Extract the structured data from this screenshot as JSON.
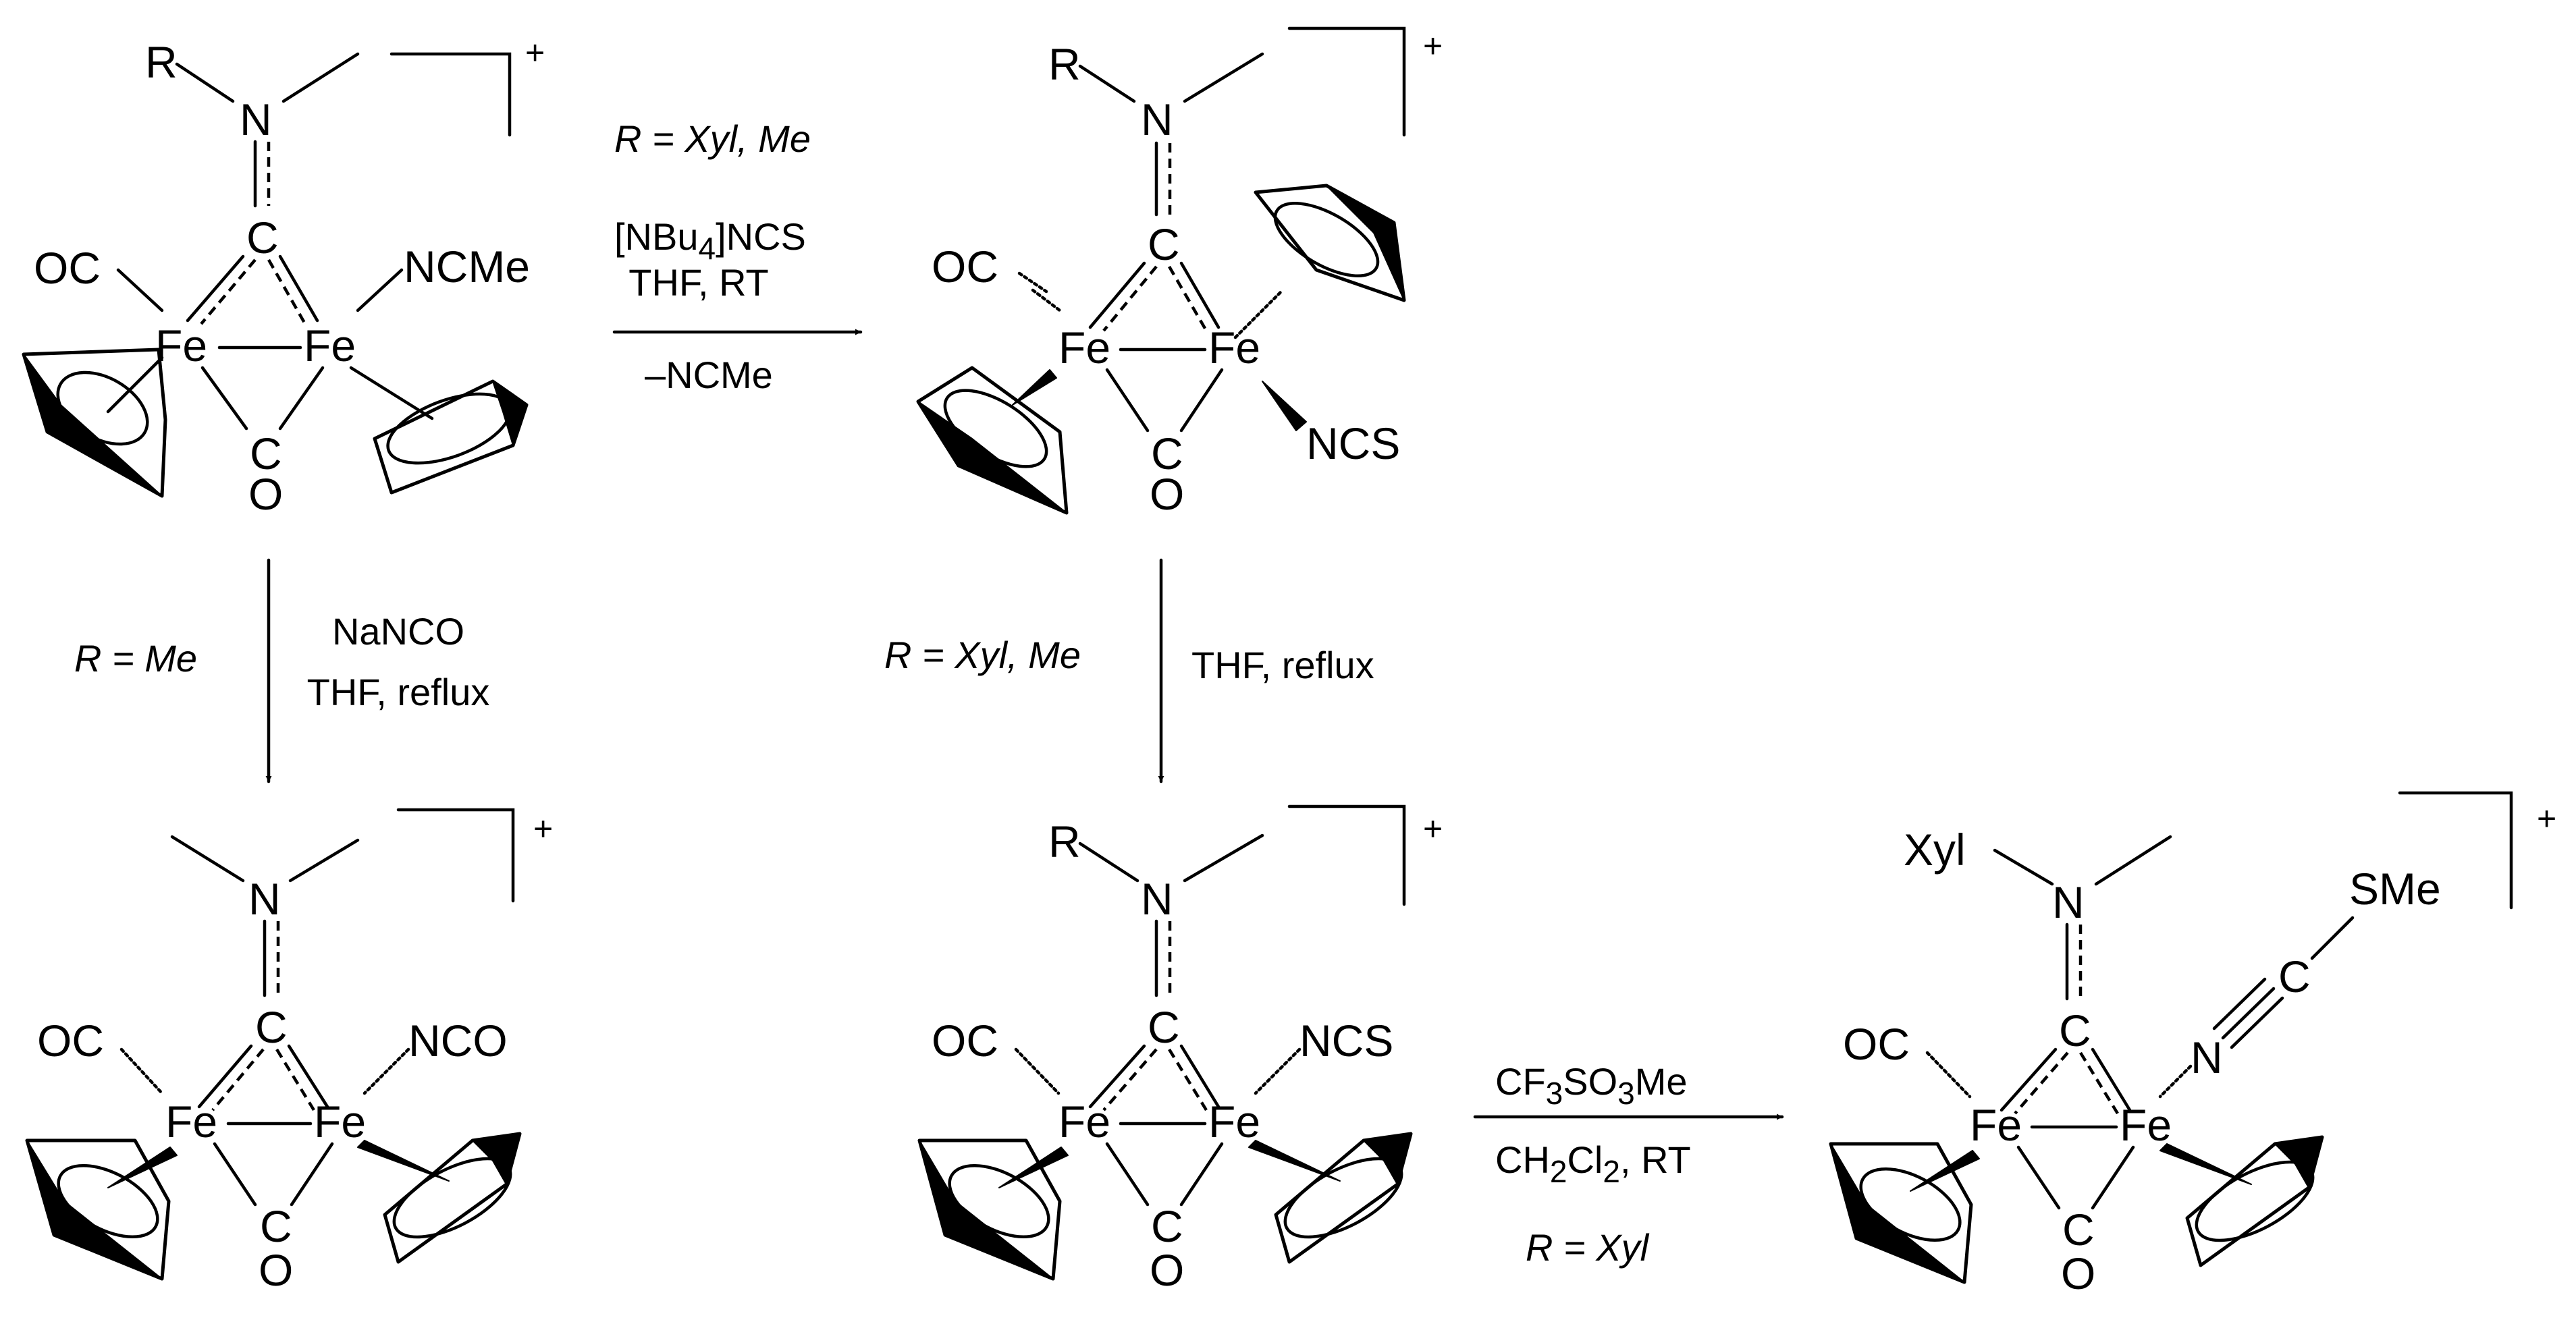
{
  "labels": {
    "r": "R",
    "n": "N",
    "c": "C",
    "fe": "Fe",
    "co_left": "OC",
    "o": "O",
    "ncme": "NCMe",
    "ncs": "NCS",
    "nco": "NCO",
    "charge": "+",
    "xyl": "Xyl",
    "sme": "SMe"
  },
  "reactions": {
    "top": {
      "r_cond": "R = Xyl, Me",
      "reagent_prefix": "[NBu",
      "reagent_sub": "4",
      "reagent_suffix": "]NCS",
      "solvent": "THF,  RT",
      "byproduct": "–NCMe"
    },
    "left": {
      "r_cond": "R = Me",
      "reagent": "NaNCO",
      "solvent": "THF,  reflux"
    },
    "middle": {
      "r_cond": "R = Xyl, Me",
      "solvent": "THF,  reflux"
    },
    "bottom": {
      "reagent_a": "CF",
      "reagent_sub1": "3",
      "reagent_b": "SO",
      "reagent_sub2": "3",
      "reagent_c": "Me",
      "solvent_a": "CH",
      "solvent_sub1": "2",
      "solvent_b": "Cl",
      "solvent_sub2": "2",
      "solvent_c": ",  RT",
      "r_cond": "R = Xyl"
    }
  }
}
